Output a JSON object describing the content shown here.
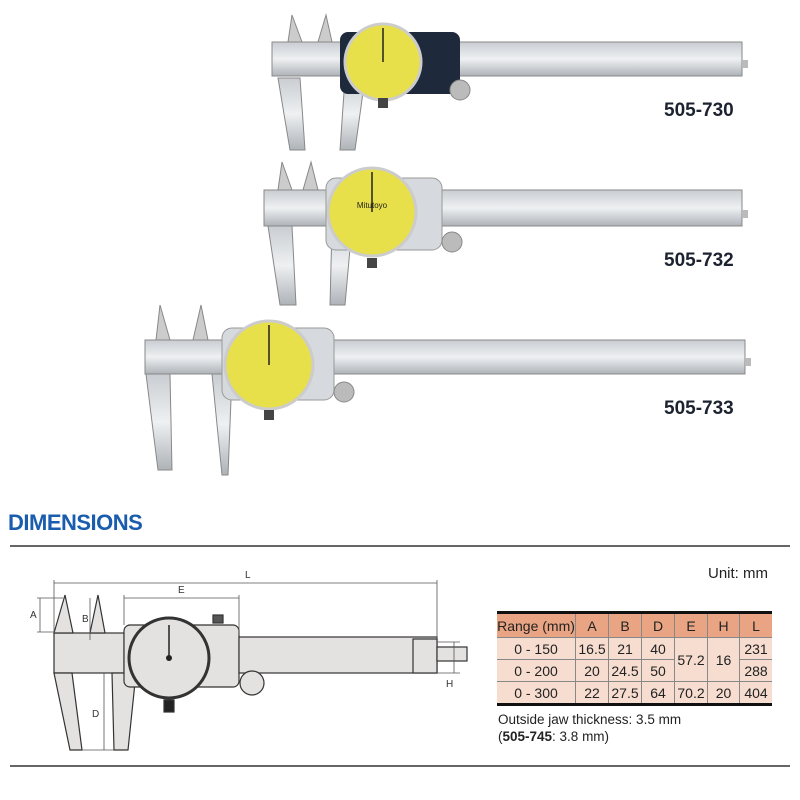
{
  "products": [
    {
      "model": "505-730",
      "dial_color": "#e8e04a",
      "body_color": "#1e2a3c"
    },
    {
      "model": "505-732",
      "dial_color": "#e8e04a",
      "body_color": "#d6d9dd"
    },
    {
      "model": "505-733",
      "dial_color": "#e8e04a",
      "body_color": "#d6d9dd"
    }
  ],
  "dial_brand": "Mitutoyo",
  "dimensions": {
    "title": "DIMENSIONS",
    "unit": "Unit: mm",
    "diagram_labels": {
      "A": "A",
      "B": "B",
      "D": "D",
      "E": "E",
      "H": "H",
      "L": "L"
    },
    "table": {
      "headers": [
        "Range (mm)",
        "A",
        "B",
        "D",
        "E",
        "H",
        "L"
      ],
      "rows": [
        {
          "range": "0 - 150",
          "A": "16.5",
          "B": "21",
          "D": "40",
          "E": "57.2",
          "H": "16",
          "L": "231"
        },
        {
          "range": "0 - 200",
          "A": "20",
          "B": "24.5",
          "D": "50",
          "L": "288"
        },
        {
          "range": "0 - 300",
          "A": "22",
          "B": "27.5",
          "D": "64",
          "E": "70.2",
          "H": "20",
          "L": "404"
        }
      ]
    },
    "note_line1": "Outside jaw thickness: 3.5 mm",
    "note_open": "(",
    "note_model": "505-745",
    "note_rest": ": 3.8 mm)"
  },
  "colors": {
    "title": "#1a5cae",
    "header_bg": "#e9a583",
    "row_bg": "#f7ddd0"
  }
}
